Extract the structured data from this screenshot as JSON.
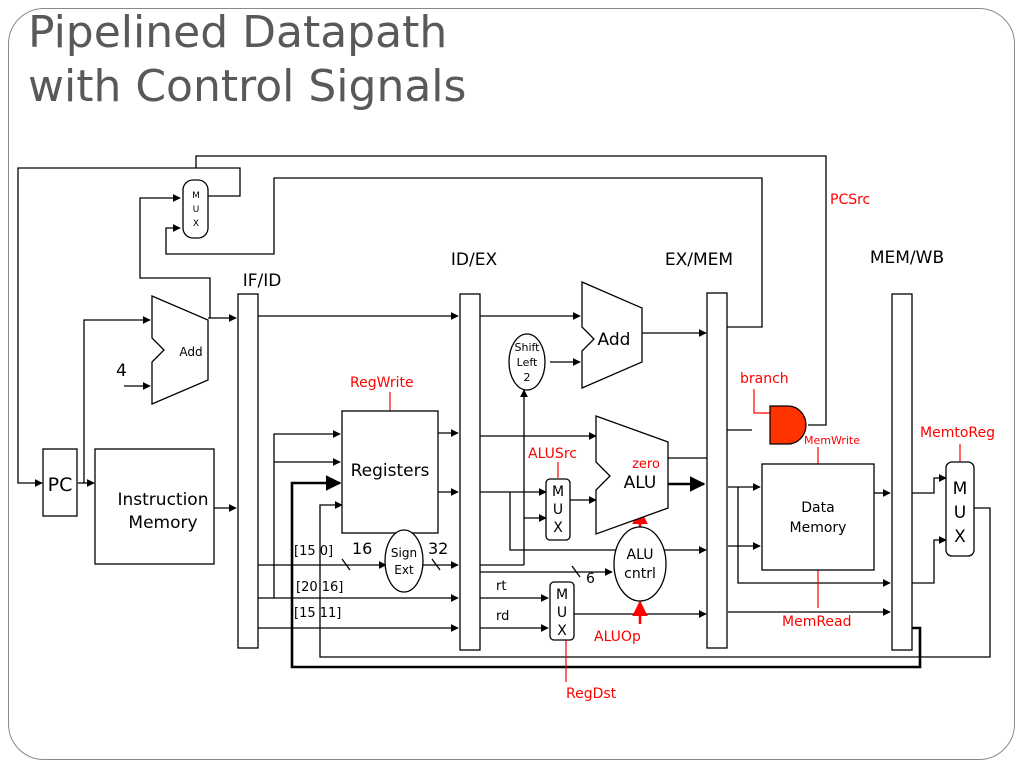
{
  "title": {
    "line1": "Pipelined Datapath",
    "line2": "with Control Signals"
  },
  "pipeline_registers": {
    "if_id": "IF/ID",
    "id_ex": "ID/EX",
    "ex_mem": "EX/MEM",
    "mem_wb": "MEM/WB"
  },
  "units": {
    "pc": "PC",
    "instruction_memory": [
      "Instruction",
      "Memory"
    ],
    "registers": "Registers",
    "pc_adder": "Add",
    "branch_adder": "Add",
    "alu": "ALU",
    "data_memory": [
      "Data",
      "Memory"
    ],
    "shift_left": [
      "Shift",
      "Left",
      "2"
    ],
    "sign_ext": [
      "Sign",
      "Ext"
    ],
    "alu_control": [
      "ALU",
      "cntrl"
    ],
    "mux_letters": [
      "M",
      "U",
      "X"
    ]
  },
  "field_labels": {
    "constant_four": "4",
    "imm_field": "[15   0]",
    "imm_width_in": "16",
    "imm_width_out": "32",
    "rt_field": "[20   16]",
    "rd_field": "[15   11]",
    "rt": "rt",
    "rd": "rd",
    "funct_width": "6",
    "zero": "zero"
  },
  "control_signals": {
    "pcsrc": "PCSrc",
    "regwrite": "RegWrite",
    "branch": "branch",
    "memwrite": "MemWrite",
    "memtoreg": "MemtoReg",
    "alusrc": "ALUSrc",
    "memread": "MemRead",
    "aluop": "ALUOp",
    "regdst": "RegDst"
  },
  "colors": {
    "control": "#ff0000",
    "wire": "#000000",
    "title": "#595959",
    "frame": "#8a8a8a"
  }
}
